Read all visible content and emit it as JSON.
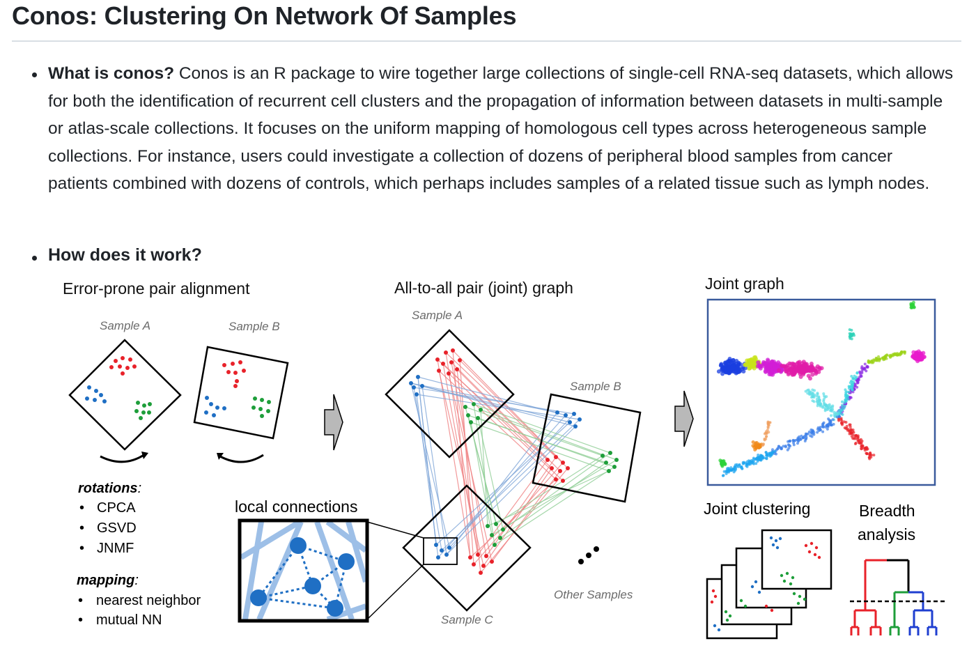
{
  "page": {
    "title": "Conos: Clustering On Network Of Samples"
  },
  "intro": {
    "lead": "What is conos?",
    "body": " Conos is an R package to wire together large collections of single-cell RNA-seq datasets, which allows for both the identification of recurrent cell clusters and the propagation of information between datasets in multi-sample or atlas-scale collections. It focuses on the uniform mapping of homologous cell types across heterogeneous sample collections. For instance, users could investigate a collection of dozens of peripheral blood samples from cancer patients combined with dozens of controls, which perhaps includes samples of a related tissue such as lymph nodes."
  },
  "how": {
    "heading": "How does it work?"
  },
  "figure": {
    "panel1": {
      "title": "Error-prone pair alignment",
      "sample_a": "Sample A",
      "sample_b": "Sample B",
      "rotations_label": "rotations",
      "rotations_colon": ":",
      "rotations": [
        "CPCA",
        "GSVD",
        "JNMF"
      ],
      "mapping_label": "mapping",
      "mapping_colon": ":",
      "mapping": [
        "nearest neighbor",
        "mutual NN"
      ],
      "local_connections": "local connections"
    },
    "panel2": {
      "title": "All-to-all pair (joint) graph",
      "sample_a": "Sample A",
      "sample_b": "Sample B",
      "sample_c": "Sample C",
      "other_samples": "Other Samples"
    },
    "panel3": {
      "title": "Joint graph",
      "joint_clustering": "Joint clustering",
      "breadth_line1": "Breadth",
      "breadth_line2": "analysis"
    },
    "colors": {
      "red": "#e8222a",
      "blue": "#1f6fc4",
      "green": "#1e9e3a",
      "light_blue": "#7fa6d8",
      "light_red": "#ef7f80",
      "light_green": "#8fce95",
      "frame_blue": "#3a5a9c",
      "arrow_gray": "#b9b9b9"
    }
  }
}
